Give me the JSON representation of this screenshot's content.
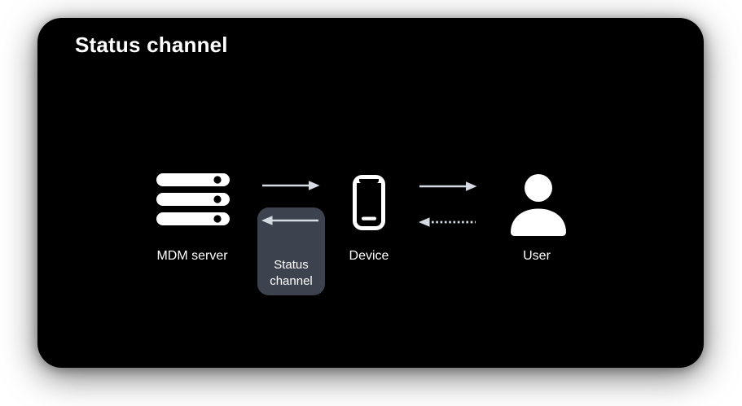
{
  "diagram": {
    "title": "Status channel",
    "nodes": [
      {
        "id": "mdm-server",
        "label": "MDM server",
        "icon": "server-icon"
      },
      {
        "id": "device",
        "label": "Device",
        "icon": "phone-icon"
      },
      {
        "id": "user",
        "label": "User",
        "icon": "person-icon"
      }
    ],
    "status_channel_box": {
      "line1": "Status",
      "line2": "channel"
    },
    "edges": [
      {
        "from": "mdm-server",
        "to": "device",
        "style": "solid-arrow-right"
      },
      {
        "from": "device",
        "to": "mdm-server",
        "style": "solid-arrow-left",
        "via": "status-channel-box"
      },
      {
        "from": "device",
        "to": "user",
        "style": "solid-arrow-right"
      },
      {
        "from": "user",
        "to": "device",
        "style": "dotted-arrow-left"
      }
    ],
    "colors": {
      "page_background": "#ffffff",
      "card_background": "#000000",
      "arrow": "#d6dbe3",
      "status_box_background": "#3d434e",
      "text": "#ffffff",
      "icon": "#ffffff"
    }
  }
}
